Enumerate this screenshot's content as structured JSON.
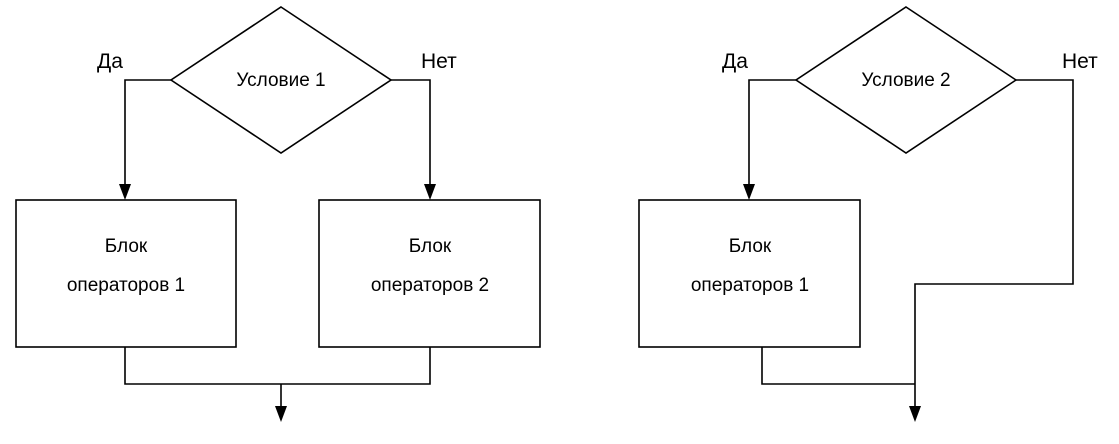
{
  "left": {
    "condition": "Условие 1",
    "yes_label": "Да",
    "no_label": "Нет",
    "yes_block": {
      "line1": "Блок",
      "line2": "операторов 1"
    },
    "no_block": {
      "line1": "Блок",
      "line2": "операторов 2"
    }
  },
  "right": {
    "condition": "Условие 2",
    "yes_label": "Да",
    "no_label": "Нет",
    "yes_block": {
      "line1": "Блок",
      "line2": "операторов 1"
    }
  }
}
